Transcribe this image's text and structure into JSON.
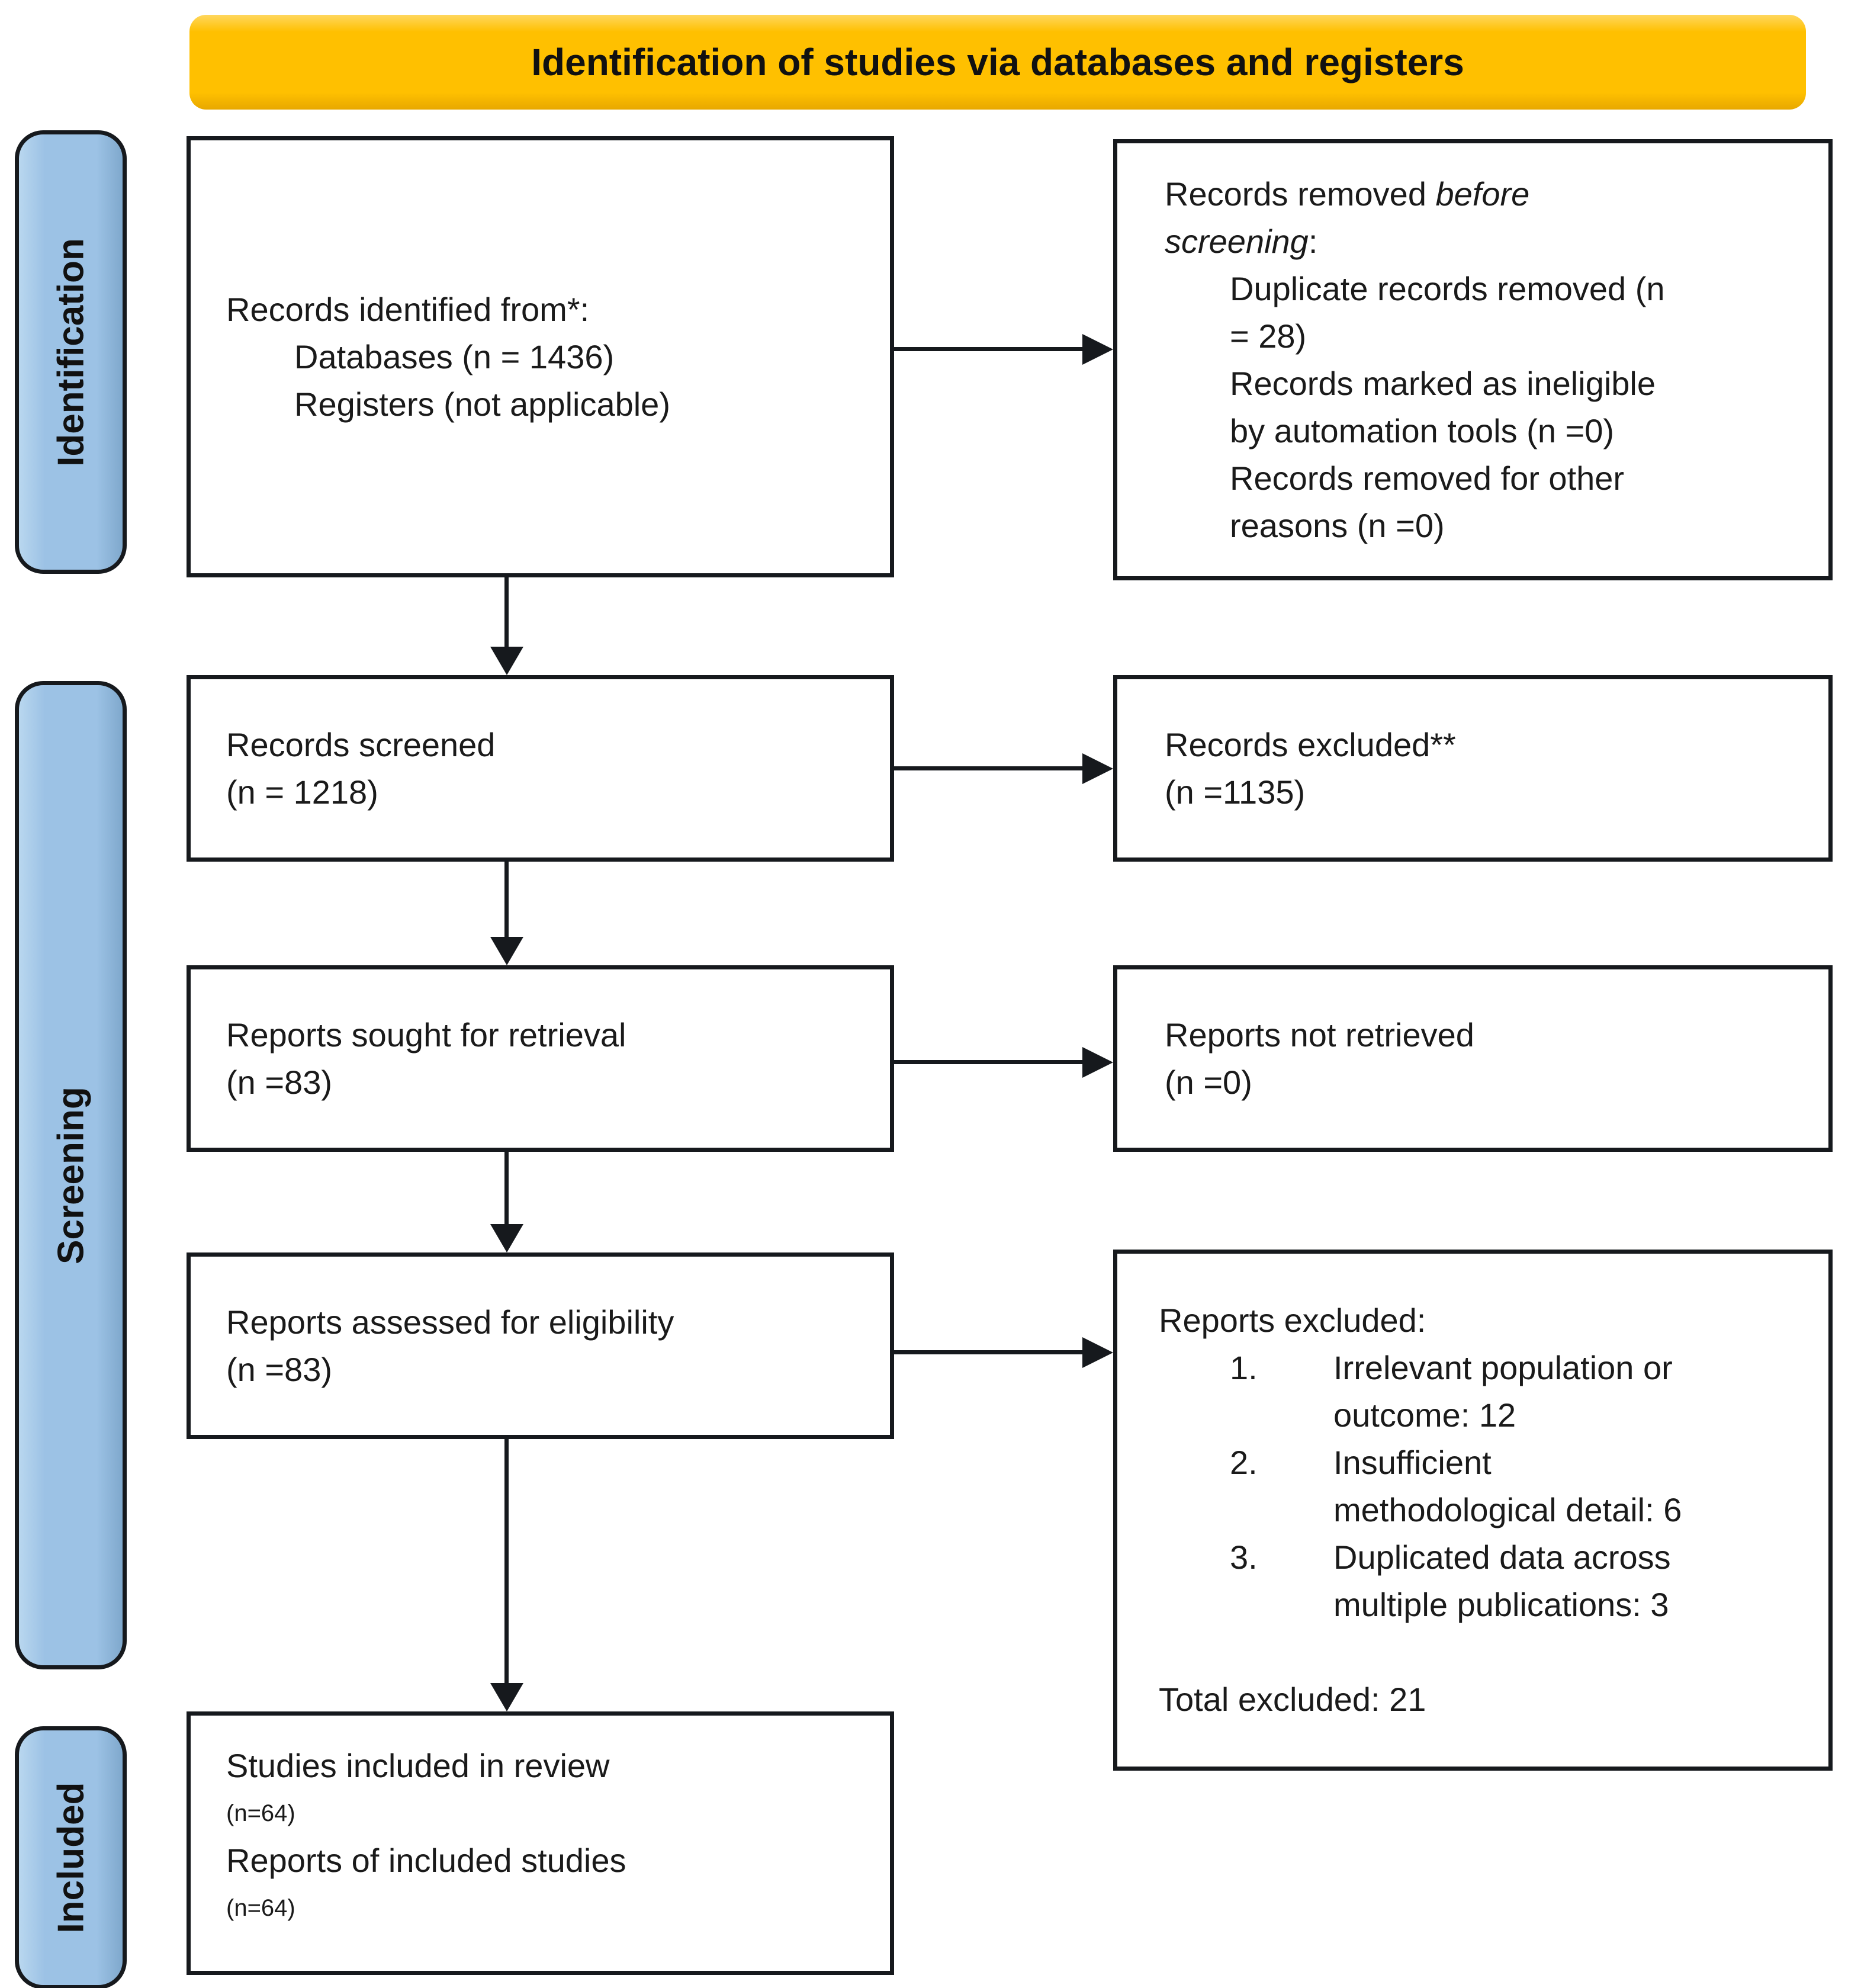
{
  "banner": {
    "title": "Identification of studies via databases and registers"
  },
  "sidebar": {
    "stages": [
      {
        "label": "Identification"
      },
      {
        "label": "Screening"
      },
      {
        "label": "Included"
      }
    ]
  },
  "colors": {
    "banner_bg": "#FFC000",
    "stage_fill": "#9CC2E5",
    "box_border": "#16191D",
    "box_bg": "#FFFFFF"
  },
  "boxes": {
    "records_identified": {
      "line1": "Records identified from*:",
      "line2": "Databases (n = 1436)",
      "line3": "Registers (not applicable)"
    },
    "records_removed": {
      "lead_regular": "Records removed ",
      "lead_italic_1": "before",
      "lead_italic_2": "screening",
      "lead_colon": ":",
      "item1_line1": "Duplicate records removed (n",
      "item1_line2": "= 28)",
      "item2_line1": "Records marked as ineligible",
      "item2_line2": "by automation tools (n =0)",
      "item3_line1": "Records removed for other",
      "item3_line2": "reasons (n =0)"
    },
    "records_screened": {
      "line1": "Records screened",
      "line2": "(n = 1218)"
    },
    "records_excluded": {
      "line1": "Records excluded**",
      "line2": "(n =1135)"
    },
    "reports_sought": {
      "line1": "Reports sought for retrieval",
      "line2": "(n =83)"
    },
    "reports_not_retrieved": {
      "line1": "Reports not retrieved",
      "line2": "(n =0)"
    },
    "reports_assessed": {
      "line1": "Reports assessed for eligibility",
      "line2": "(n =83)"
    },
    "reports_excluded": {
      "title": "Reports excluded:",
      "item1_num": "1.",
      "item1_line1": "Irrelevant population or",
      "item1_line2": "outcome: 12",
      "item2_num": "2.",
      "item2_line1": "Insufficient",
      "item2_line2": "methodological detail: 6",
      "item3_num": "3.",
      "item3_line1": "Duplicated data across",
      "item3_line2": "multiple publications: 3",
      "total": "Total excluded: 21"
    },
    "included": {
      "line1": "Studies included in review",
      "line2": "(n=64)",
      "line3": "Reports of included studies",
      "line4": "(n=64)"
    }
  }
}
